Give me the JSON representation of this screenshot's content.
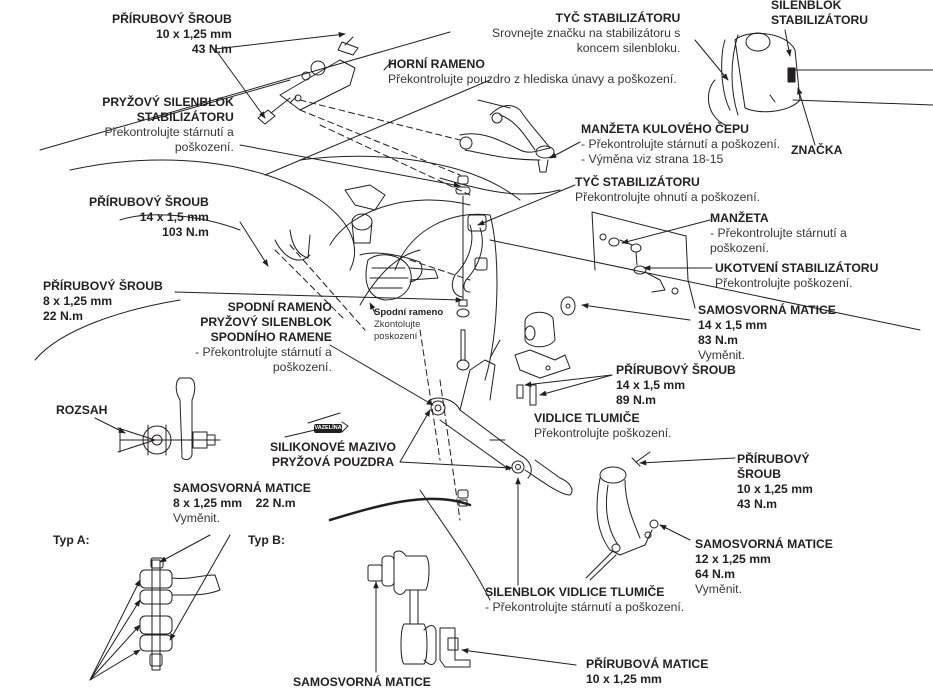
{
  "diagram": {
    "type": "exploded-suspension-diagram",
    "language": "cs",
    "labels": {
      "upper_flange_bolt": {
        "title": "PŘÍRUBOVÝ ŠROUB",
        "spec": "10 x 1,25 mm",
        "torque": "43 N.m"
      },
      "stabilizer_bushing_left": {
        "title_1": "PRYŽOVÝ SILENBLOK",
        "title_2": "STABILIZÁTORU",
        "note_1": "- Překontrolujte stárnutí a",
        "note_2": "poškození."
      },
      "upper_arm": {
        "title": "HORNÍ RAMENO",
        "note": "Překontrolujte pouzdro z hlediska únavy a poškození."
      },
      "stabilizer_bar_top": {
        "title": "TYČ STABILIZÁTORU",
        "note_1": "Srovnejte značku na stabilizátoru s",
        "note_2": "koncem silenbloku."
      },
      "stabilizer_bushing_right": {
        "title_1": "SILENBLOK",
        "title_2": "STABILIZÁTORU"
      },
      "mark": {
        "title": "ZNAČKA"
      },
      "ball_joint_boot": {
        "title": "MANŽETA KULOVÉHO ČEPU",
        "note_1": "- Překontrolujte stárnutí a poškození.",
        "note_2": "- Výměna viz strana 18-15"
      },
      "stabilizer_bar_mid": {
        "title": "TYČ STABILIZÁTORU",
        "note": "Překontrolujte ohnutí a poškození."
      },
      "boot": {
        "title": "MANŽETA",
        "note_1": "- Překontrolujte stárnutí a",
        "note_2": "poškození."
      },
      "stabilizer_anchor": {
        "title": "UKOTVENÍ STABILIZÁTORU",
        "note": "Překontrolujte poškození."
      },
      "self_locking_nut_14": {
        "title": "SAMOSVORNÁ MATICE",
        "spec": "14 x 1,5 mm",
        "torque": "83 N.m",
        "note": "Vyměnit."
      },
      "flange_bolt_14_103": {
        "title": "PŘÍRUBOVÝ ŠROUB",
        "spec": "14 x 1,5 mm",
        "torque": "103 N.m"
      },
      "flange_bolt_8": {
        "title": "PŘÍRUBOVÝ ŠROUB",
        "spec": "8 x 1,25 mm",
        "torque": "22 N.m"
      },
      "lower_arm": {
        "title_1": "SPODNÍ RAMENO",
        "title_2": "PRYŽOVÝ SILENBLOK",
        "title_3": "SPODNÍHO RAMENE",
        "note_1": "- Překontrolujte stárnutí a",
        "note_2": "poškození."
      },
      "lower_arm_small": {
        "title": "Spodní rameno",
        "note_1": "Zkontolujte",
        "note_2": "poskození"
      },
      "flange_bolt_14_89": {
        "title": "PŘÍRUBOVÝ ŠROUB",
        "spec": "14 x 1,5 mm",
        "torque": "89 N.m"
      },
      "damper_fork": {
        "title": "VIDLICE TLUMIČE",
        "note": "Překontrolujte poškození."
      },
      "range": {
        "title": "ROZSAH"
      },
      "silicone_grease": {
        "title_1": "SILIKONOVÉ MAZIVO",
        "title_2": "PRYŽOVÁ POUZDRA",
        "tube_label": "VAZELÍNA"
      },
      "flange_bolt_10_right": {
        "title_1": "PŘÍRUBOVÝ",
        "title_2": "ŠROUB",
        "spec": "10 x 1,25 mm",
        "torque": "43 N.m"
      },
      "self_locking_nut_8": {
        "title": "SAMOSVORNÁ MATICE",
        "spec": "8 x 1,25 mm",
        "torque": "22 N.m",
        "note": "Vyměnit."
      },
      "self_locking_nut_12": {
        "title": "SAMOSVORNÁ MATICE",
        "spec": "12 x 1,25 mm",
        "torque": "64 N.m",
        "note": "Vyměnit."
      },
      "type_a": {
        "title": "Typ A:"
      },
      "type_b": {
        "title": "Typ B:"
      },
      "damper_fork_bushing": {
        "title": "SILENBLOK VIDLICE TLUMIČE",
        "note": "- Překontrolujte stárnutí a poškození."
      },
      "flange_nut": {
        "title": "PŘÍRUBOVÁ MATICE",
        "spec": "10 x 1,25 mm"
      },
      "self_locking_nut_bottom": {
        "title": "SAMOSVORNÁ MATICE"
      }
    },
    "colors": {
      "ink": "#231f20",
      "background": "#ffffff"
    }
  }
}
